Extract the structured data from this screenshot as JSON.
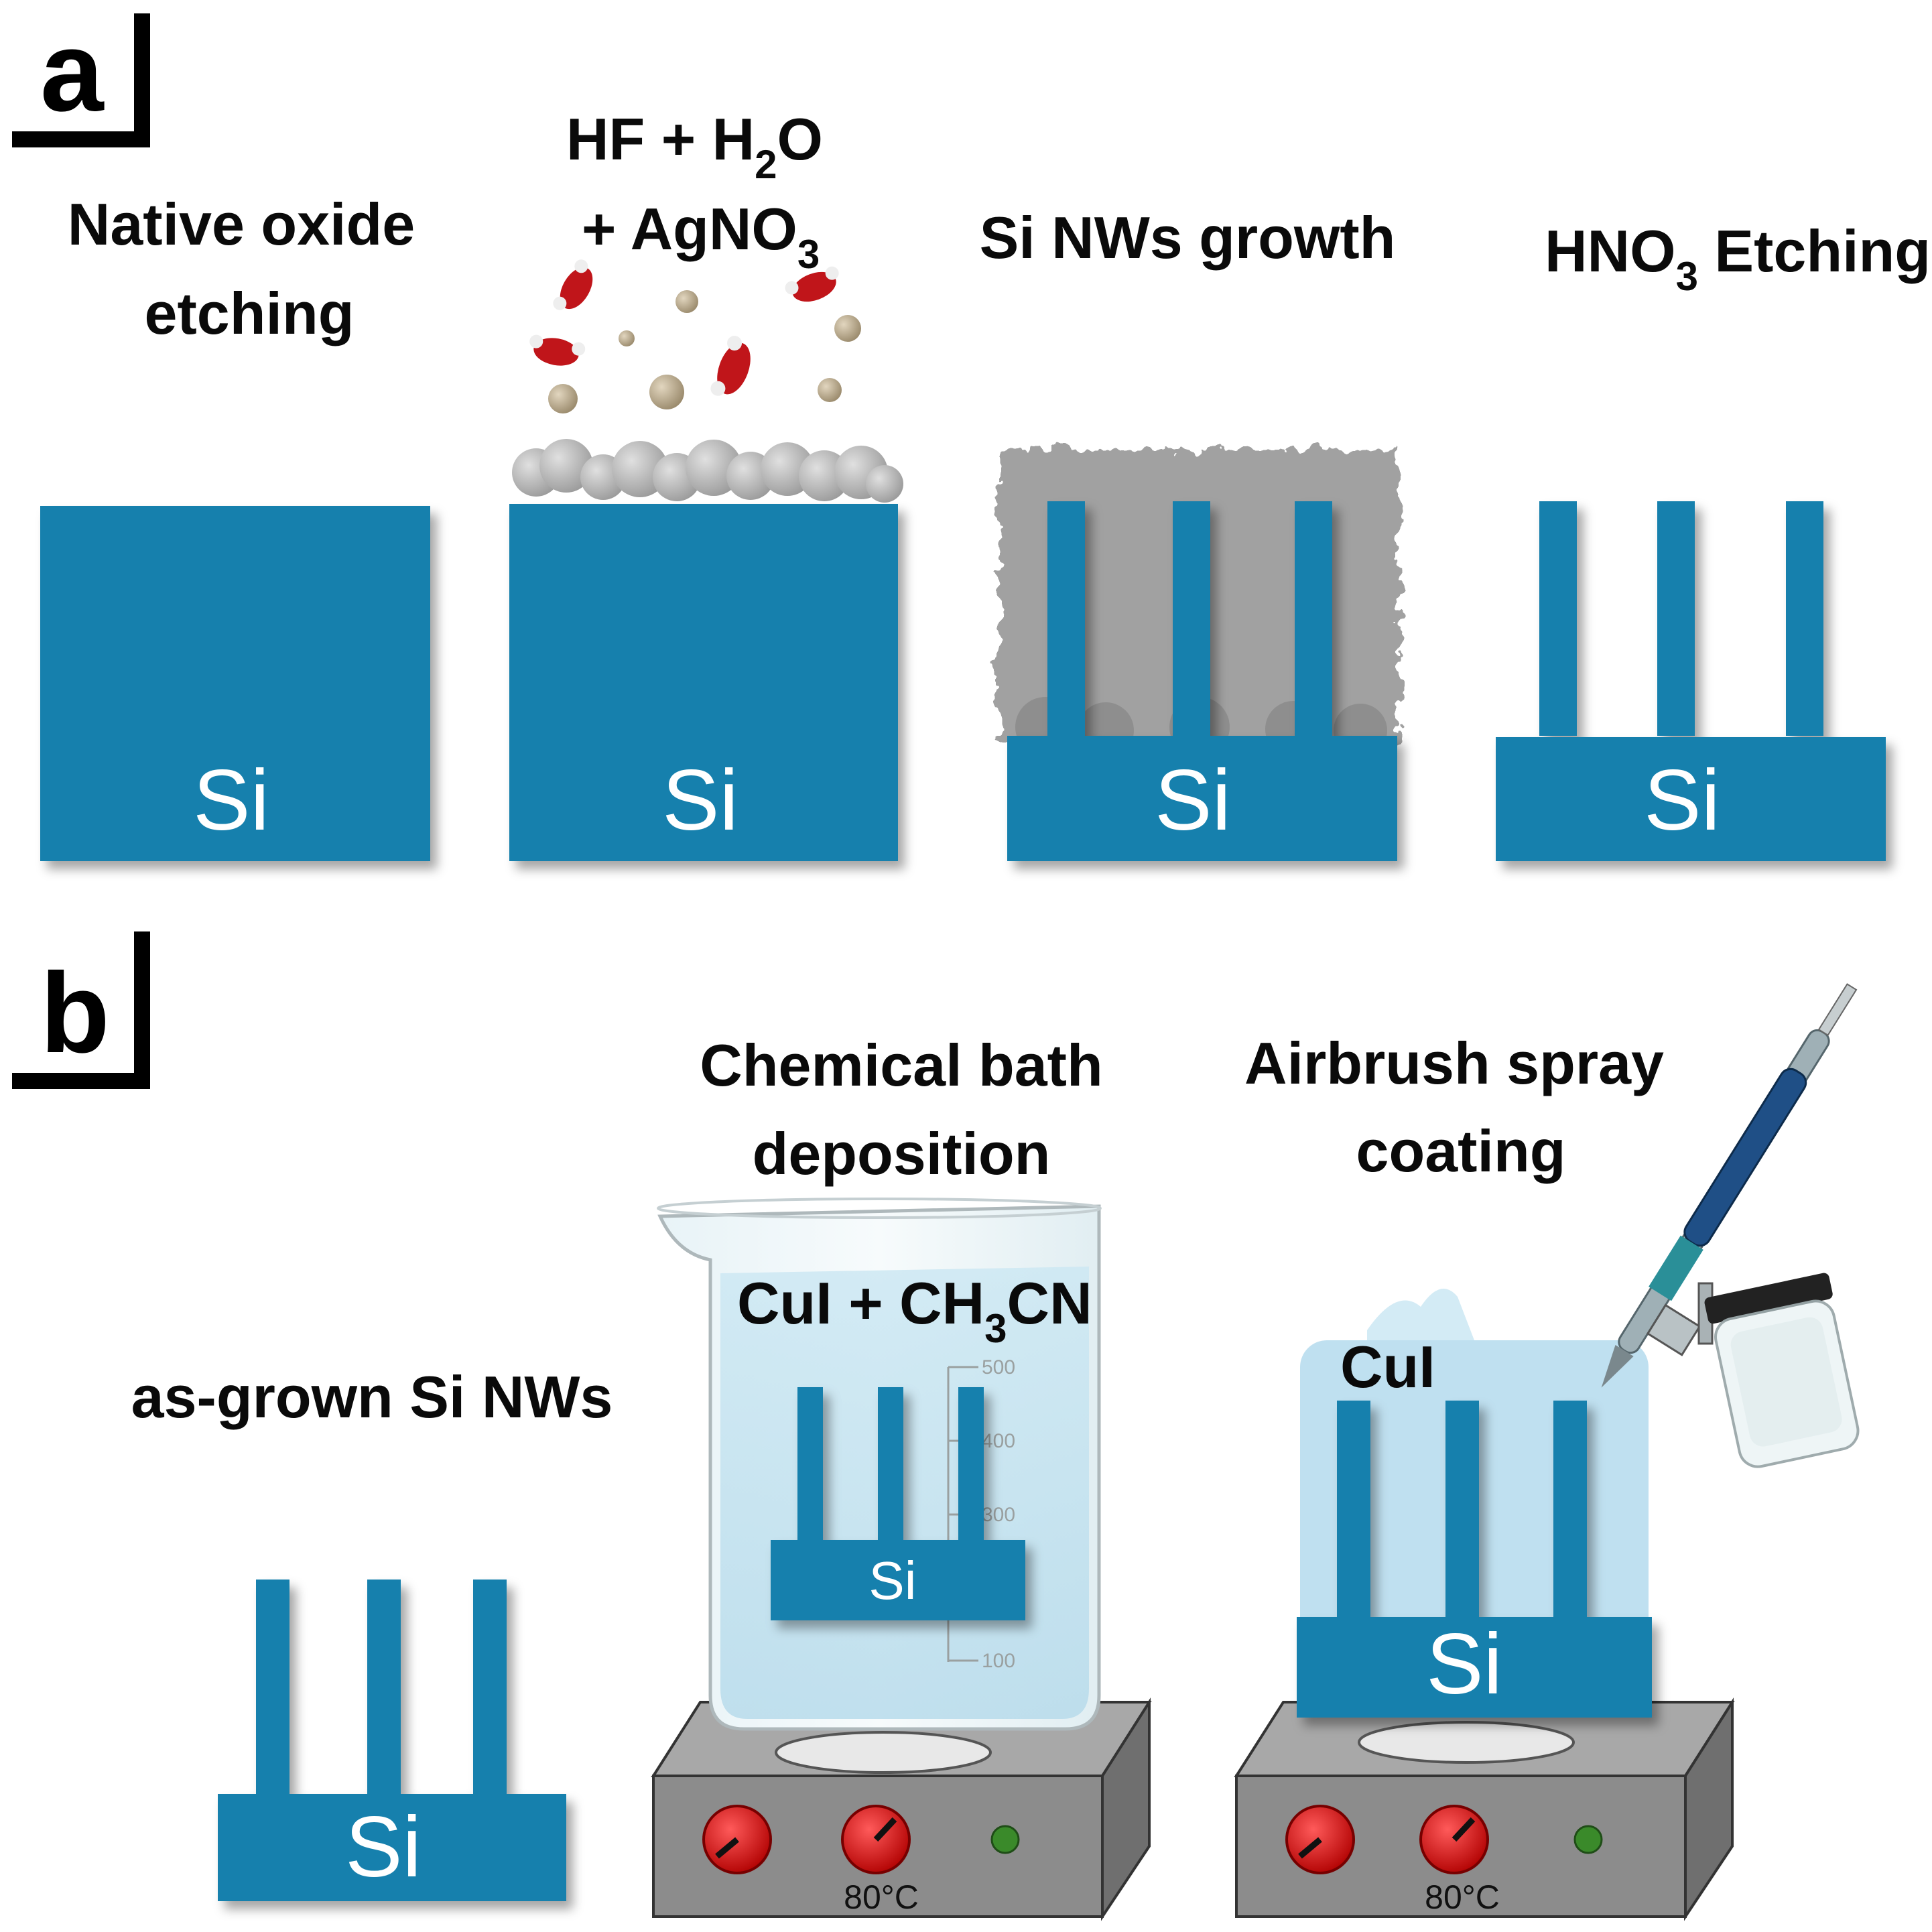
{
  "panel_a": {
    "letter": "a",
    "steps": [
      {
        "line1": "Native oxide",
        "line2": "etching",
        "substrate": "Si"
      },
      {
        "line1_main": "HF + H",
        "line1_sub": "2",
        "line1_end": "O",
        "line2_main": "+ AgNO",
        "line2_sub": "3",
        "substrate": "Si"
      },
      {
        "line1": "Si NWs growth",
        "substrate": "Si"
      },
      {
        "line1_main": "HNO",
        "line1_sub": "3",
        "line1_end": " Etching",
        "substrate": "Si"
      }
    ]
  },
  "panel_b": {
    "letter": "b",
    "steps": [
      {
        "label": "as-grown Si NWs",
        "substrate": "Si"
      },
      {
        "line1": "Chemical bath",
        "line2": "deposition",
        "solution_main": "CuI + CH",
        "solution_sub": "3",
        "solution_end": "CN",
        "substrate": "Si",
        "temperature": "80°C",
        "beaker_ticks": [
          "500",
          "400",
          "300",
          "100"
        ]
      },
      {
        "line1": "Airbrush spray",
        "line2": "coating",
        "coating": "CuI",
        "substrate": "Si",
        "temperature": "80°C"
      }
    ]
  },
  "colors": {
    "silicon": "#1580ad",
    "silver_particles": "#b8b8b8",
    "hotplate": "#8c8c8c",
    "knob": "#e01818",
    "indicator": "#3a8a2a",
    "cui_coating": "#bfe0f0"
  }
}
